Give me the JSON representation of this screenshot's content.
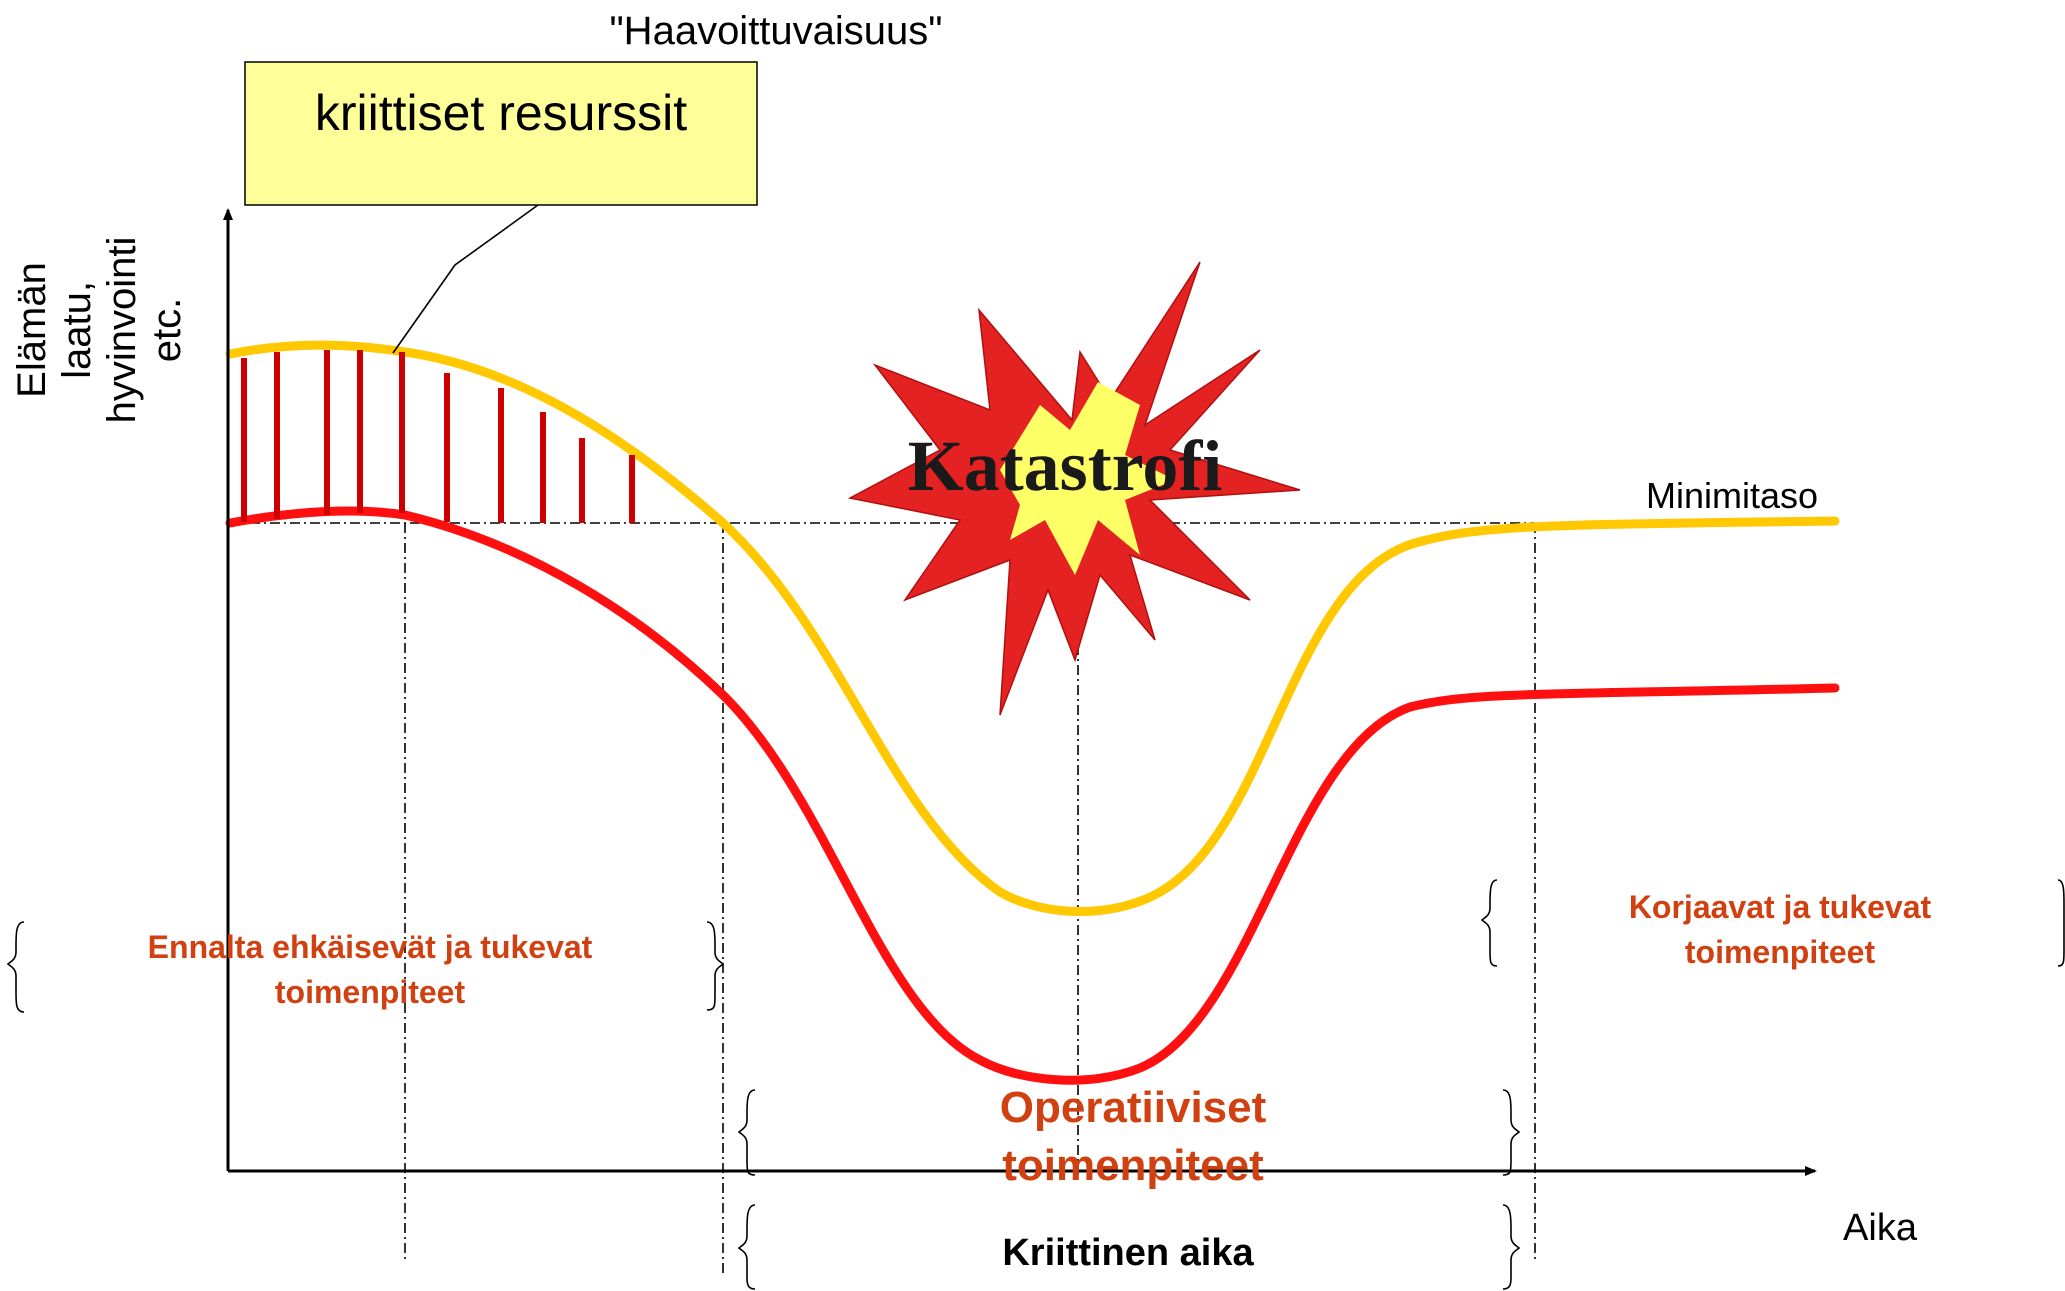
{
  "title": "\"Haavoittuvaisuus\"",
  "callout": {
    "text": "kriittiset resurssit"
  },
  "axes": {
    "y_label_lines": [
      "Elämän",
      "laatu,",
      "hyvinvointi",
      "etc."
    ],
    "x_label": "Aika"
  },
  "minimum_level_label": "Minimitaso",
  "explosion": {
    "label": "Katastrofi"
  },
  "phases": {
    "preventive": [
      "Ennalta ehkäisevät ja tukevat",
      "toimenpiteet"
    ],
    "operative": [
      "Operatiiviset",
      "toimenpiteet"
    ],
    "critical_time": "Kriittinen aika",
    "corrective": [
      "Korjaavat ja tukevat",
      "toimenpiteet"
    ]
  },
  "colors": {
    "resource_curve": "#FFC800",
    "wellbeing_curve": "#FF1010",
    "phase_text": "#D04010",
    "callout_fill": "#FFFF99",
    "resource_bars": "#CC0000",
    "explosion_outer": "#E02020",
    "explosion_inner": "#FFFF66"
  },
  "icons": {
    "explosion": "explosion-icon"
  }
}
